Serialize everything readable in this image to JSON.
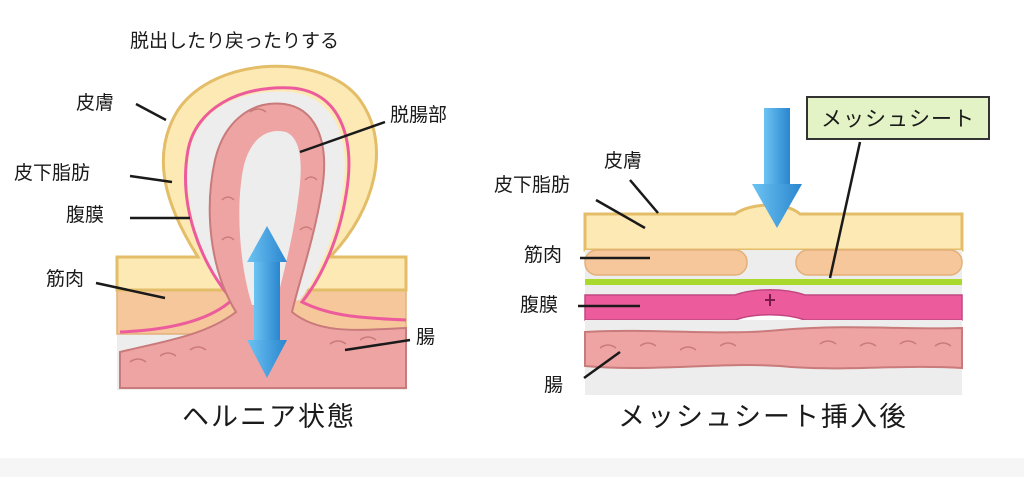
{
  "left_panel": {
    "top_label": "脱出したり戻ったりする",
    "skin": "皮膚",
    "fat": "皮下脂肪",
    "peritoneum": "腹膜",
    "muscle": "筋肉",
    "prolapsed": "脱腸部",
    "intestine": "腸",
    "caption": "ヘルニア状態"
  },
  "right_panel": {
    "skin": "皮膚",
    "fat": "皮下脂肪",
    "muscle": "筋肉",
    "peritoneum": "腹膜",
    "intestine": "腸",
    "mesh_label": "メッシュシート",
    "caption": "メッシュシート挿入後"
  },
  "colors": {
    "skin_fat": "#fde9b4",
    "skin_outline": "#e3bd68",
    "muscle": "#f6c79a",
    "peritoneum": "#ec5c9c",
    "intestine": "#efa4a4",
    "intestine_outline": "#c97a7a",
    "cavity": "#ededed",
    "arrow": "#3a9fe0",
    "mesh": "#a9d92d",
    "mesh_box_bg": "#e4f3c6"
  }
}
